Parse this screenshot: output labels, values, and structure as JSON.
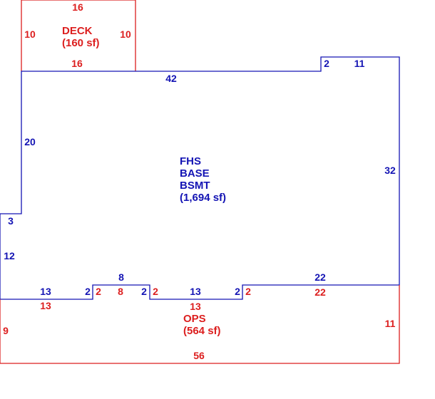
{
  "colors": {
    "main": "#1414b4",
    "sub": "#dc1e1e",
    "background": "#ffffff"
  },
  "deck": {
    "area_label": [
      "DECK",
      "(160 sf)"
    ],
    "dims": {
      "top": "16",
      "bottom": "16",
      "left": "10",
      "right": "10"
    }
  },
  "base": {
    "area_label": [
      "FHS",
      "BASE",
      "BSMT",
      "(1,694 sf)"
    ],
    "dims": {
      "top_main": "42",
      "top_step_up": "2",
      "top_right": "11",
      "right": "32",
      "left_upper": "20",
      "left_jog": "3",
      "left_lower": "12",
      "bottom_right": "22",
      "notch_top": "8",
      "bottom_left": "13",
      "notch_left": "2",
      "notch_right": "2",
      "bottom_mid": "13",
      "mid_step": "2"
    }
  },
  "ops": {
    "area_label": [
      "OPS",
      "(564 sf)"
    ],
    "dims": {
      "top_left": "13",
      "notch_left": "2",
      "notch_bottom": "8",
      "notch_right": "2",
      "top_mid": "13",
      "step": "2",
      "top_right": "22",
      "left": "9",
      "right": "11",
      "bottom": "56"
    }
  }
}
